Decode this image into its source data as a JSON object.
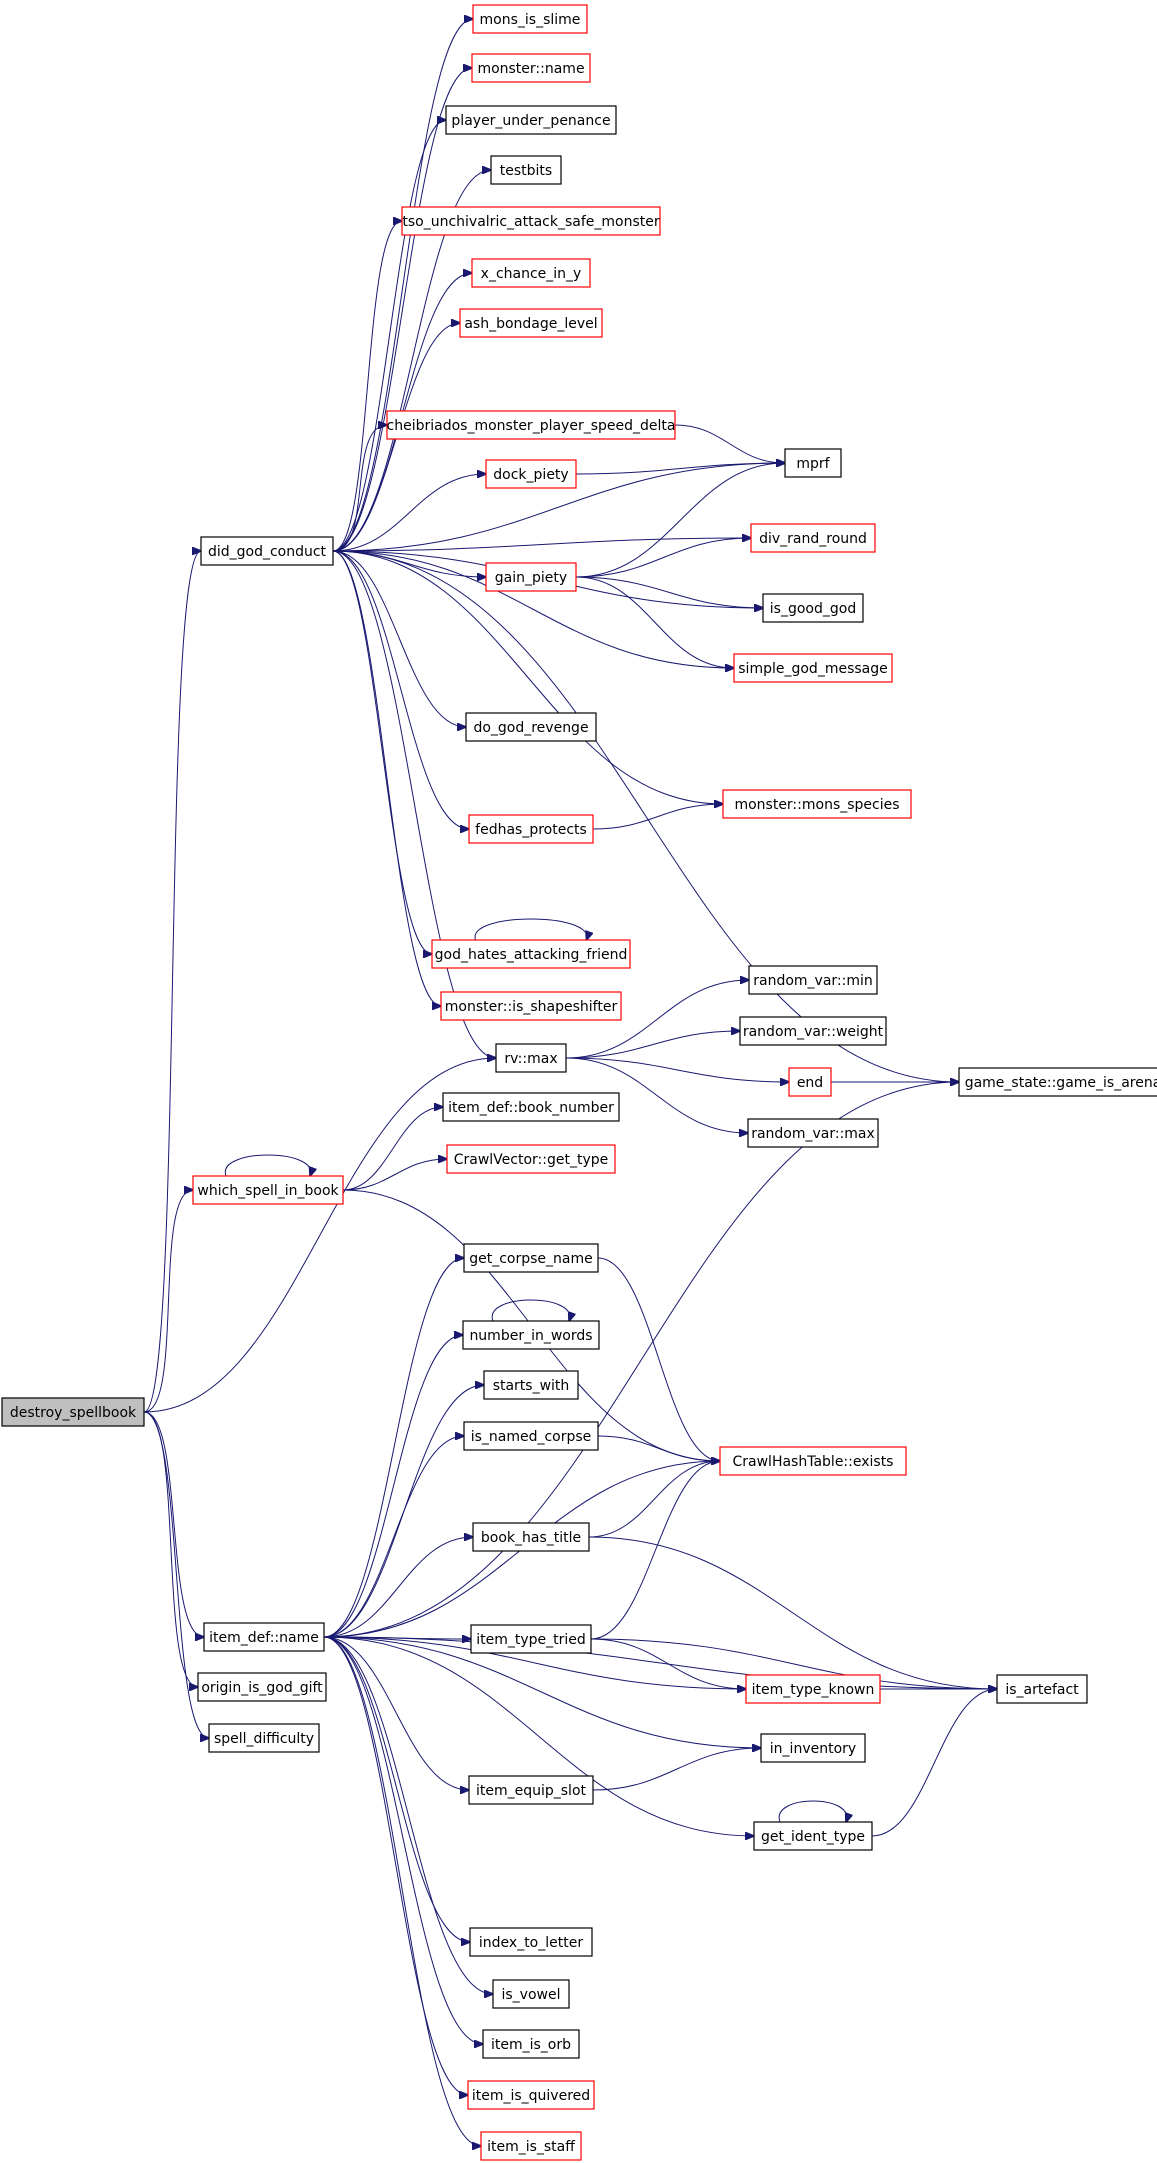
{
  "colors": {
    "edge": "#191970",
    "border_default": "#000000",
    "border_truncated": "#ff0000",
    "root_fill": "#bfbfbf",
    "node_fill": "#ffffff",
    "text": "#000000"
  },
  "nodes": [
    {
      "id": "destroy_spellbook",
      "label": "destroy_spellbook",
      "style": "root"
    },
    {
      "id": "did_god_conduct",
      "label": "did_god_conduct",
      "style": "black"
    },
    {
      "id": "which_spell_in_book",
      "label": "which_spell_in_book",
      "style": "red"
    },
    {
      "id": "item_def_name",
      "label": "item_def::name",
      "style": "black"
    },
    {
      "id": "origin_is_god_gift",
      "label": "origin_is_god_gift",
      "style": "black"
    },
    {
      "id": "spell_difficulty",
      "label": "spell_difficulty",
      "style": "black"
    },
    {
      "id": "mons_is_slime",
      "label": "mons_is_slime",
      "style": "red"
    },
    {
      "id": "monster_name",
      "label": "monster::name",
      "style": "red"
    },
    {
      "id": "player_under_penance",
      "label": "player_under_penance",
      "style": "black"
    },
    {
      "id": "testbits",
      "label": "testbits",
      "style": "black"
    },
    {
      "id": "tso_unchivalric",
      "label": "tso_unchivalric_attack_safe_monster",
      "style": "red"
    },
    {
      "id": "x_chance_in_y",
      "label": "x_chance_in_y",
      "style": "red"
    },
    {
      "id": "ash_bondage_level",
      "label": "ash_bondage_level",
      "style": "red"
    },
    {
      "id": "cheibriados",
      "label": "cheibriados_monster_player_speed_delta",
      "style": "red"
    },
    {
      "id": "dock_piety",
      "label": "dock_piety",
      "style": "red"
    },
    {
      "id": "gain_piety",
      "label": "gain_piety",
      "style": "red"
    },
    {
      "id": "do_god_revenge",
      "label": "do_god_revenge",
      "style": "black"
    },
    {
      "id": "fedhas_protects",
      "label": "fedhas_protects",
      "style": "red"
    },
    {
      "id": "god_hates_attacking_friend",
      "label": "god_hates_attacking_friend",
      "style": "red"
    },
    {
      "id": "monster_is_shapeshifter",
      "label": "monster::is_shapeshifter",
      "style": "red"
    },
    {
      "id": "rv_max",
      "label": "rv::max",
      "style": "black"
    },
    {
      "id": "mprf",
      "label": "mprf",
      "style": "black"
    },
    {
      "id": "div_rand_round",
      "label": "div_rand_round",
      "style": "red"
    },
    {
      "id": "is_good_god",
      "label": "is_good_god",
      "style": "black"
    },
    {
      "id": "simple_god_message",
      "label": "simple_god_message",
      "style": "red"
    },
    {
      "id": "monster_mons_species",
      "label": "monster::mons_species",
      "style": "red"
    },
    {
      "id": "random_var_min",
      "label": "random_var::min",
      "style": "black"
    },
    {
      "id": "random_var_weight",
      "label": "random_var::weight",
      "style": "black"
    },
    {
      "id": "end",
      "label": "end",
      "style": "red"
    },
    {
      "id": "random_var_max",
      "label": "random_var::max",
      "style": "black"
    },
    {
      "id": "game_is_arena",
      "label": "game_state::game_is_arena",
      "style": "black"
    },
    {
      "id": "item_def_book_number",
      "label": "item_def::book_number",
      "style": "black"
    },
    {
      "id": "crawlvector_get_type",
      "label": "CrawlVector::get_type",
      "style": "red"
    },
    {
      "id": "get_corpse_name",
      "label": "get_corpse_name",
      "style": "black"
    },
    {
      "id": "number_in_words",
      "label": "number_in_words",
      "style": "black"
    },
    {
      "id": "starts_with",
      "label": "starts_with",
      "style": "black"
    },
    {
      "id": "is_named_corpse",
      "label": "is_named_corpse",
      "style": "black"
    },
    {
      "id": "crawlhashtable_exists",
      "label": "CrawlHashTable::exists",
      "style": "red"
    },
    {
      "id": "book_has_title",
      "label": "book_has_title",
      "style": "black"
    },
    {
      "id": "item_type_tried",
      "label": "item_type_tried",
      "style": "black"
    },
    {
      "id": "item_type_known",
      "label": "item_type_known",
      "style": "red"
    },
    {
      "id": "is_artefact",
      "label": "is_artefact",
      "style": "black"
    },
    {
      "id": "in_inventory",
      "label": "in_inventory",
      "style": "black"
    },
    {
      "id": "item_equip_slot",
      "label": "item_equip_slot",
      "style": "black"
    },
    {
      "id": "get_ident_type",
      "label": "get_ident_type",
      "style": "black"
    },
    {
      "id": "index_to_letter",
      "label": "index_to_letter",
      "style": "black"
    },
    {
      "id": "is_vowel",
      "label": "is_vowel",
      "style": "black"
    },
    {
      "id": "item_is_orb",
      "label": "item_is_orb",
      "style": "black"
    },
    {
      "id": "item_is_quivered",
      "label": "item_is_quivered",
      "style": "red"
    },
    {
      "id": "item_is_staff",
      "label": "item_is_staff",
      "style": "red"
    }
  ],
  "edges": [
    [
      "destroy_spellbook",
      "did_god_conduct"
    ],
    [
      "destroy_spellbook",
      "which_spell_in_book"
    ],
    [
      "destroy_spellbook",
      "item_def_name"
    ],
    [
      "destroy_spellbook",
      "origin_is_god_gift"
    ],
    [
      "destroy_spellbook",
      "spell_difficulty"
    ],
    [
      "destroy_spellbook",
      "rv_max"
    ],
    [
      "did_god_conduct",
      "mons_is_slime"
    ],
    [
      "did_god_conduct",
      "monster_name"
    ],
    [
      "did_god_conduct",
      "player_under_penance"
    ],
    [
      "did_god_conduct",
      "testbits"
    ],
    [
      "did_god_conduct",
      "tso_unchivalric"
    ],
    [
      "did_god_conduct",
      "x_chance_in_y"
    ],
    [
      "did_god_conduct",
      "ash_bondage_level"
    ],
    [
      "did_god_conduct",
      "mprf"
    ],
    [
      "did_god_conduct",
      "cheibriados"
    ],
    [
      "did_god_conduct",
      "dock_piety"
    ],
    [
      "did_god_conduct",
      "div_rand_round"
    ],
    [
      "did_god_conduct",
      "gain_piety"
    ],
    [
      "did_god_conduct",
      "is_good_god"
    ],
    [
      "did_god_conduct",
      "simple_god_message"
    ],
    [
      "did_god_conduct",
      "do_god_revenge"
    ],
    [
      "did_god_conduct",
      "monster_mons_species"
    ],
    [
      "did_god_conduct",
      "fedhas_protects"
    ],
    [
      "did_god_conduct",
      "game_is_arena"
    ],
    [
      "did_god_conduct",
      "god_hates_attacking_friend"
    ],
    [
      "did_god_conduct",
      "monster_is_shapeshifter"
    ],
    [
      "did_god_conduct",
      "rv_max"
    ],
    [
      "cheibriados",
      "mprf"
    ],
    [
      "dock_piety",
      "mprf"
    ],
    [
      "gain_piety",
      "mprf"
    ],
    [
      "gain_piety",
      "div_rand_round"
    ],
    [
      "gain_piety",
      "is_good_god"
    ],
    [
      "gain_piety",
      "simple_god_message"
    ],
    [
      "fedhas_protects",
      "monster_mons_species"
    ],
    [
      "god_hates_attacking_friend",
      "god_hates_attacking_friend"
    ],
    [
      "rv_max",
      "random_var_min"
    ],
    [
      "rv_max",
      "random_var_weight"
    ],
    [
      "rv_max",
      "end"
    ],
    [
      "rv_max",
      "random_var_max"
    ],
    [
      "end",
      "game_is_arena"
    ],
    [
      "which_spell_in_book",
      "which_spell_in_book"
    ],
    [
      "which_spell_in_book",
      "item_def_book_number"
    ],
    [
      "which_spell_in_book",
      "crawlvector_get_type"
    ],
    [
      "which_spell_in_book",
      "crawlhashtable_exists"
    ],
    [
      "item_def_name",
      "get_corpse_name"
    ],
    [
      "item_def_name",
      "number_in_words"
    ],
    [
      "item_def_name",
      "starts_with"
    ],
    [
      "item_def_name",
      "is_named_corpse"
    ],
    [
      "item_def_name",
      "crawlhashtable_exists"
    ],
    [
      "item_def_name",
      "book_has_title"
    ],
    [
      "item_def_name",
      "game_is_arena"
    ],
    [
      "item_def_name",
      "item_type_tried"
    ],
    [
      "item_def_name",
      "is_artefact"
    ],
    [
      "item_def_name",
      "item_type_known"
    ],
    [
      "item_def_name",
      "in_inventory"
    ],
    [
      "item_def_name",
      "item_equip_slot"
    ],
    [
      "item_def_name",
      "get_ident_type"
    ],
    [
      "item_def_name",
      "index_to_letter"
    ],
    [
      "item_def_name",
      "is_vowel"
    ],
    [
      "item_def_name",
      "item_is_orb"
    ],
    [
      "item_def_name",
      "item_is_quivered"
    ],
    [
      "item_def_name",
      "item_is_staff"
    ],
    [
      "get_corpse_name",
      "crawlhashtable_exists"
    ],
    [
      "number_in_words",
      "number_in_words"
    ],
    [
      "is_named_corpse",
      "crawlhashtable_exists"
    ],
    [
      "book_has_title",
      "crawlhashtable_exists"
    ],
    [
      "book_has_title",
      "is_artefact"
    ],
    [
      "item_type_tried",
      "crawlhashtable_exists"
    ],
    [
      "item_type_tried",
      "item_type_known"
    ],
    [
      "item_type_tried",
      "is_artefact"
    ],
    [
      "item_type_known",
      "is_artefact"
    ],
    [
      "item_equip_slot",
      "in_inventory"
    ],
    [
      "get_ident_type",
      "get_ident_type"
    ],
    [
      "get_ident_type",
      "is_artefact"
    ]
  ]
}
